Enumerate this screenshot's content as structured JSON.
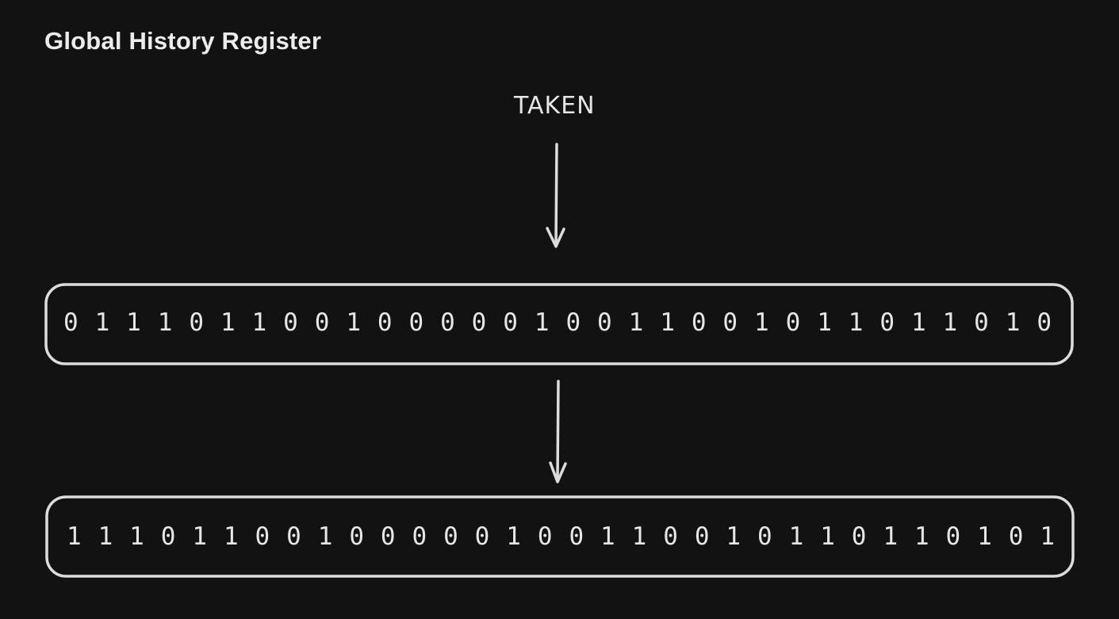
{
  "diagram": {
    "title": "Global History Register",
    "input_label": "TAKEN",
    "register_before": "0 1 1 1 0 1 1 0 0 1 0 0 0 0 0 1 0 0 1 1 0 0 1 0 1 1 0 1 1 0 1 0",
    "register_after": "1 1 1 0 1 1 0 0 1 0 0 0 0 0 1 0 0 1 1 0 0 1 0 1 1 0 1 1 0 1 0 1"
  },
  "colors": {
    "background": "#121212",
    "stroke": "#dcdcdc",
    "text": "#e6e6e6"
  }
}
